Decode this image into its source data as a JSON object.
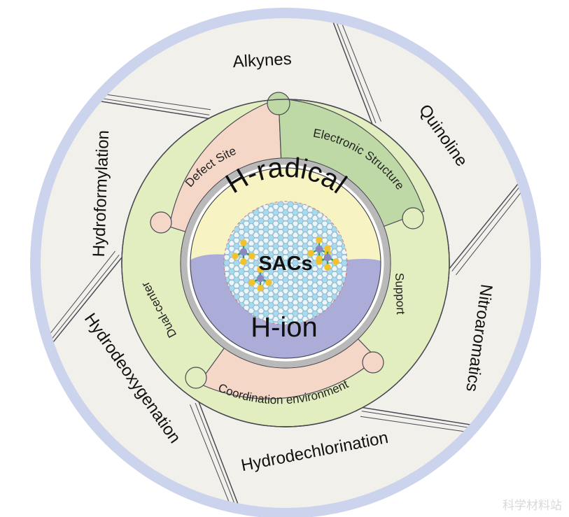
{
  "center": {
    "label": "SACs",
    "upper_label": "H-radical",
    "lower_label": "H-ion"
  },
  "middle_ring": [
    {
      "label": "Defect Site",
      "color": "#f5d7c8"
    },
    {
      "label": "Electronic Structure",
      "color": "#bed9a6"
    },
    {
      "label": "Support",
      "color": "#e2eebf"
    },
    {
      "label": "Coordination environment",
      "color": "#f5d7c8"
    },
    {
      "label": "Dual-center",
      "color": "#e2eebf"
    }
  ],
  "outer_ring": [
    {
      "label": "Alkynes"
    },
    {
      "label": "Quinoline"
    },
    {
      "label": "Nitroaromatics"
    },
    {
      "label": "Hydrodechlorination"
    },
    {
      "label": "Hydrodeoxygenation"
    },
    {
      "label": "Hydroformylation"
    }
  ],
  "colors": {
    "outer_band": "#ccd3ec",
    "blade": "#f1f0eb",
    "upper_yin": "#f8f3c2",
    "lower_yin": "#abadd8",
    "carbon_atom": "#a9d9ec",
    "n_atom": "#f2c12e",
    "metal_atom": "#8a87c2",
    "bond_green": "#3a9d5c"
  },
  "watermark": "科学材料站"
}
